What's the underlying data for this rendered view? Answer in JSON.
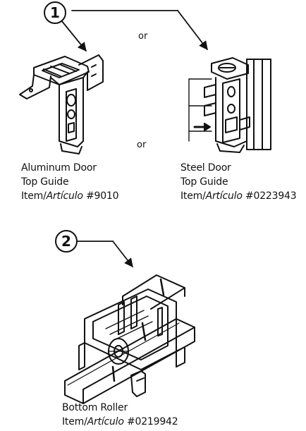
{
  "callouts": [
    {
      "number": "1"
    },
    {
      "number": "2"
    }
  ],
  "or_labels": [
    "or",
    "or"
  ],
  "items": [
    {
      "name": "Aluminum Door",
      "line2": "Top Guide",
      "item_prefix": "Item/",
      "item_italic": "Artículo",
      "item_number": " #9010"
    },
    {
      "name": "Steel Door",
      "line2": "Top Guide",
      "item_prefix": "Item/",
      "item_italic": "Artículo",
      "item_number": " #0223943"
    },
    {
      "name": "Bottom Roller",
      "item_prefix": "Item/",
      "item_italic": "Artículo",
      "item_number": " #0219942"
    }
  ],
  "icons": [
    "aluminum-top-guide-illustration",
    "steel-top-guide-illustration",
    "bottom-roller-illustration"
  ]
}
